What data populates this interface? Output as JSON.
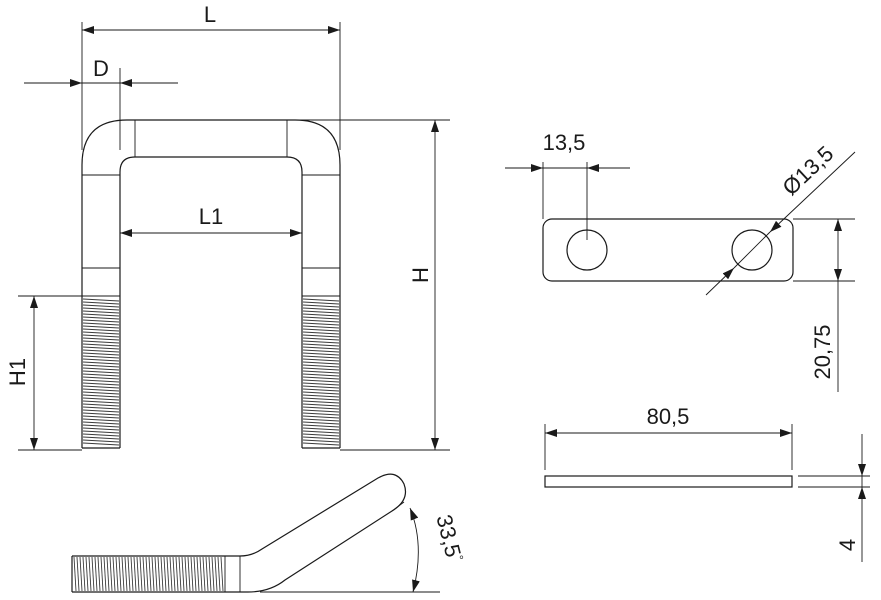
{
  "labels": {
    "L": "L",
    "D": "D",
    "L1": "L1",
    "H": "H",
    "H1": "H1",
    "angle_value": "33,5",
    "angle_unit": "°",
    "hole_spacing": "13,5",
    "hole_diameter": "Ø13,5",
    "plate_height": "20,75",
    "plate_length": "80,5",
    "plate_thickness": "4"
  }
}
